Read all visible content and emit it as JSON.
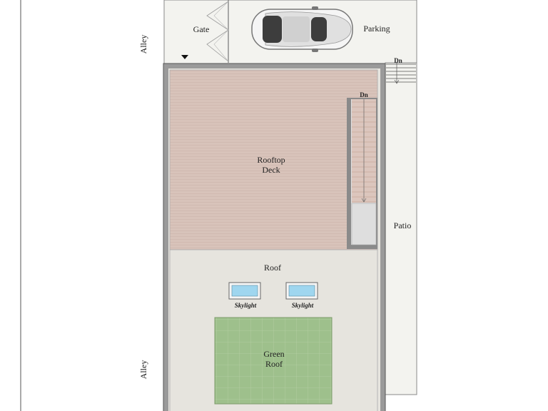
{
  "labels": {
    "gate": "Gate",
    "parking": "Parking",
    "alley_top": "Alley",
    "alley_bottom": "Alley",
    "dn_outer": "Dn",
    "dn_inner": "Dn",
    "rooftop_deck": "Rooftop\nDeck",
    "patio": "Patio",
    "roof": "Roof",
    "skylight_left": "Skylight",
    "skylight_right": "Skylight",
    "green_roof": "Green\nRoof"
  },
  "colors": {
    "deck": "#d8c3ba",
    "roof": "#e6e4de",
    "green_roof": "#9ec08c",
    "skylight": "#9fd6ef",
    "outdoor": "#f3f3ef",
    "wall": "#777777"
  }
}
